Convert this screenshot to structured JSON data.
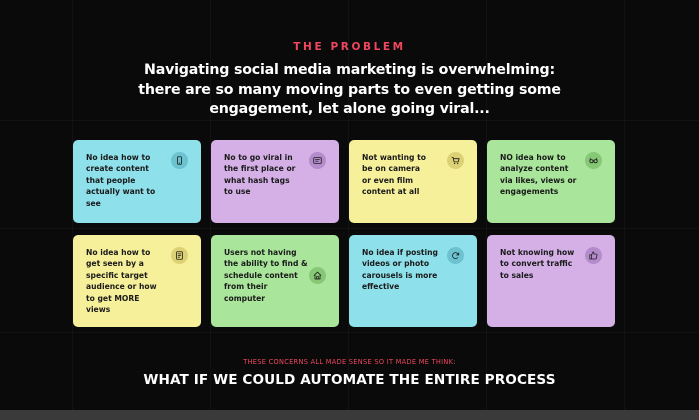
{
  "header": {
    "eyebrow": "THE PROBLEM",
    "headline_lines": [
      "Navigating social media marketing is overwhelming:",
      "there are so many moving parts to even getting some",
      "engagement, let alone going viral..."
    ]
  },
  "colors": {
    "accent": "#f0475e",
    "cyan": "#8ee0ea",
    "lavender": "#d4b0e6",
    "yellow": "#f7f09a",
    "green": "#a9e59a"
  },
  "cards": [
    {
      "lines": [
        "No idea how to",
        "create content",
        "that people",
        "actually want to",
        "see"
      ],
      "icon": "phone-icon",
      "color": "#8ee0ea",
      "icon_bg": "#6cc3cf"
    },
    {
      "lines": [
        "No to go viral in",
        "the first place or",
        "what hash tags",
        "to use"
      ],
      "icon": "message-icon",
      "color": "#d4b0e6",
      "icon_bg": "#b48ccb"
    },
    {
      "lines": [
        "Not wanting to",
        "be on camera",
        "or even film",
        "content at all"
      ],
      "icon": "cart-icon",
      "color": "#f7f09a",
      "icon_bg": "#dcd175"
    },
    {
      "lines": [
        "NO idea how to",
        "analyze content",
        "via likes, views or",
        "engagements"
      ],
      "icon": "glasses-icon",
      "color": "#a9e59a",
      "icon_bg": "#87c877"
    },
    {
      "lines": [
        "No idea how to",
        "get seen by a",
        "specific target",
        "audience or how",
        "to get MORE",
        "views"
      ],
      "icon": "document-icon",
      "color": "#f7f09a",
      "icon_bg": "#dcd175"
    },
    {
      "lines": [
        "Users not having",
        "the ability to find &",
        "schedule content",
        "from their",
        "computer"
      ],
      "icon": "home-icon",
      "color": "#a9e59a",
      "icon_bg": "#87c877"
    },
    {
      "lines": [
        "No idea if posting",
        "videos or photo",
        "carousels is more",
        "effective"
      ],
      "icon": "refresh-icon",
      "color": "#8ee0ea",
      "icon_bg": "#6cc3cf"
    },
    {
      "lines": [
        "Not knowing how",
        "to convert traffic",
        "to sales"
      ],
      "icon": "thumbs-up-icon",
      "color": "#d4b0e6",
      "icon_bg": "#b48ccb"
    }
  ],
  "footer": {
    "note": "THESE CONCERNS ALL MADE SENSE SO IT MADE ME THINK:",
    "closing": "WHAT IF WE COULD AUTOMATE THE ENTIRE PROCESS"
  }
}
